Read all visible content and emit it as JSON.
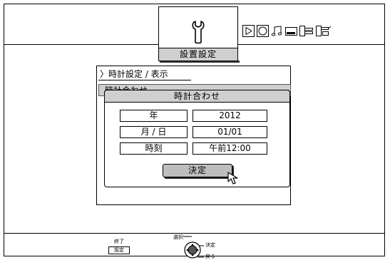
{
  "menu": {
    "tab_label": "設置設定",
    "tab_icon": "wrench-icon",
    "media_icons": [
      "play-icon",
      "disc-icon",
      "music-note-icon",
      "card-icon",
      "usb-icon",
      "network-icon"
    ]
  },
  "breadcrumb": "〉時計設定 / 表示",
  "background_item": "時計合わせ",
  "dialog": {
    "title": "時計合わせ",
    "rows": [
      {
        "label": "年",
        "value": "2012"
      },
      {
        "label": "月 / 日",
        "value": "01/01"
      },
      {
        "label": "時刻",
        "value": "午前12:00"
      }
    ],
    "ok_label": "決定"
  },
  "guide": {
    "exit_label": "終了",
    "exit_button": "設定",
    "select_label": "選択",
    "enter_label": "決定",
    "back_label": "戻る"
  },
  "colors": {
    "highlight_gray": "#cfcfcf",
    "button_gray": "#bdbdbd"
  }
}
